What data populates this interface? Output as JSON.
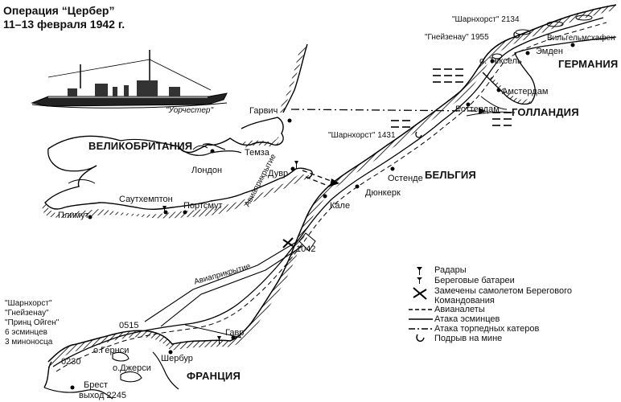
{
  "title": {
    "line1": "Операция “Цербер”",
    "line2": "11–13 февраля 1942 г."
  },
  "ship_caption": "\"Уорчестер\"",
  "countries": {
    "britain": "ВЕЛИКОБРИТАНИЯ",
    "france": "ФРАНЦИЯ",
    "belgium": "БЕЛЬГИЯ",
    "holland": "ГОЛЛАНДИЯ",
    "germany": "ГЕРМАНИЯ"
  },
  "places": {
    "london": "Лондон",
    "thames": "Темза",
    "harwich": "Гарвич",
    "dover": "Дувр",
    "southampton": "Саутхемптон",
    "portsmouth": "Портсмут",
    "plymouth": "Плимут",
    "calais": "Кале",
    "dunkirk": "Дюнкерк",
    "ostend": "Остенде",
    "rotterdam": "Роттердам",
    "amsterdam": "Амстердам",
    "texel": "о. Тексель",
    "emden": "Эмден",
    "wilhelmshaven": "Вильгельмсхафен",
    "havre": "Гавр",
    "cherbourg": "Шербур",
    "guernsey": "о.Гернси",
    "jersey": "о.Джерси",
    "brest": "Брест",
    "brest_exit": "выход 2245"
  },
  "annotations": {
    "scharnhorst_2134": "\"Шарнхорст\" 2134",
    "gneisenau_1955": "\"Гнейзенау\" 1955",
    "scharnhorst_1431": "\"Шарнхорст\" 1431",
    "time_1042": "1042",
    "time_0515": "0515",
    "time_0230": "0230",
    "air_cover_1": "Авиаприкрытие",
    "air_cover_2": "Авиаприкрытие"
  },
  "squadron": [
    "\"Шарнхорст\"",
    "\"Гнейзенау\"",
    "\"Принц Ойген\"",
    "6 эсминцев",
    "3 миноносца"
  ],
  "legend": [
    {
      "icon": "radar-icon",
      "label": "Радары"
    },
    {
      "icon": "coastal-battery-icon",
      "label": "Береговые батареи"
    },
    {
      "icon": "aircraft-icon",
      "label": "Замечены самолетом Берегового Командования"
    },
    {
      "icon": "dashed-line-icon",
      "label": "Авианалеты"
    },
    {
      "icon": "solid-line-icon",
      "label": "Атака эсминцев"
    },
    {
      "icon": "dash-dot-line-icon",
      "label": "Атака торпедных катеров"
    },
    {
      "icon": "mine-icon",
      "label": "Подрыв на мине"
    }
  ]
}
